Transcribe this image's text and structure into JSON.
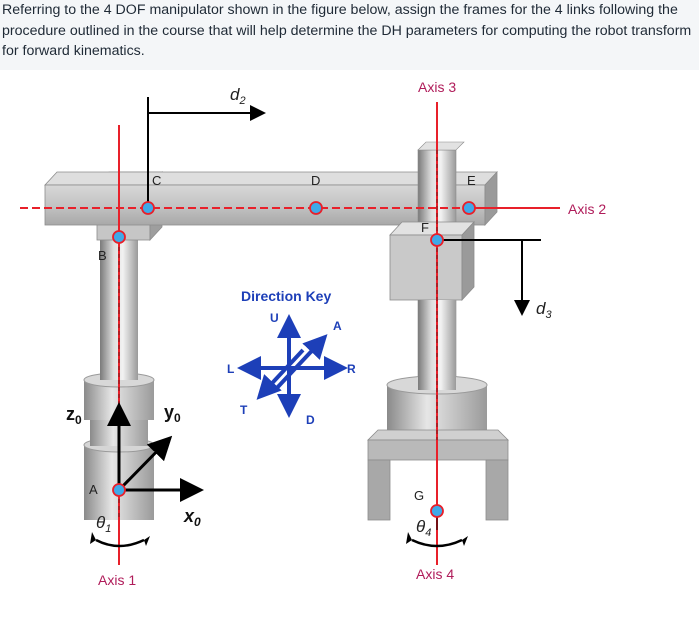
{
  "question": {
    "text": "Referring to the 4 DOF manipulator shown in the figure below, assign the frames for the 4 links following the procedure outlined in the course that will help determine the DH parameters for computing the robot transform for forward kinematics."
  },
  "figure": {
    "axis_labels": {
      "axis1": "Axis 1",
      "axis2": "Axis 2",
      "axis3": "Axis 3",
      "axis4": "Axis 4"
    },
    "point_labels": {
      "a": "A",
      "b": "B",
      "c": "C",
      "d": "D",
      "e": "E",
      "f": "F",
      "g": "G"
    },
    "joint_vars": {
      "theta1_base": "θ",
      "theta1_sub": "1",
      "theta4_base": "θ",
      "theta4_sub": "4",
      "d2_base": "d",
      "d2_sub": "2",
      "d3_base": "d",
      "d3_sub": "3"
    },
    "frame_labels": {
      "z0_base": "z",
      "z0_sub": "0",
      "y0_base": "y",
      "y0_sub": "0",
      "x0_base": "x",
      "x0_sub": "0"
    },
    "direction_key": {
      "title": "Direction Key",
      "up": "U",
      "down": "D",
      "left": "L",
      "right": "R",
      "away": "A",
      "toward": "T"
    },
    "colors": {
      "axis_line": "#e8202a",
      "joint_fill": "#3fa9e8",
      "joint_stroke": "#e8202a",
      "link_face": "#c8c8c8"
    }
  }
}
